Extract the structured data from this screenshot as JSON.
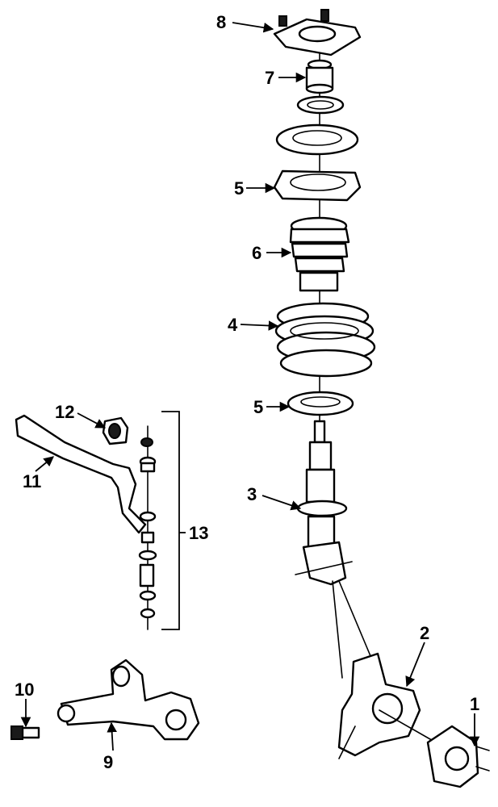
{
  "callouts": {
    "c1": "1",
    "c2": "2",
    "c3": "3",
    "c4": "4",
    "c5a": "5",
    "c5b": "5",
    "c6": "6",
    "c7": "7",
    "c8": "8",
    "c9": "9",
    "c10": "10",
    "c11": "11",
    "c12": "12",
    "c13": "13"
  },
  "colors": {
    "line": "#000000",
    "background": "#ffffff"
  }
}
